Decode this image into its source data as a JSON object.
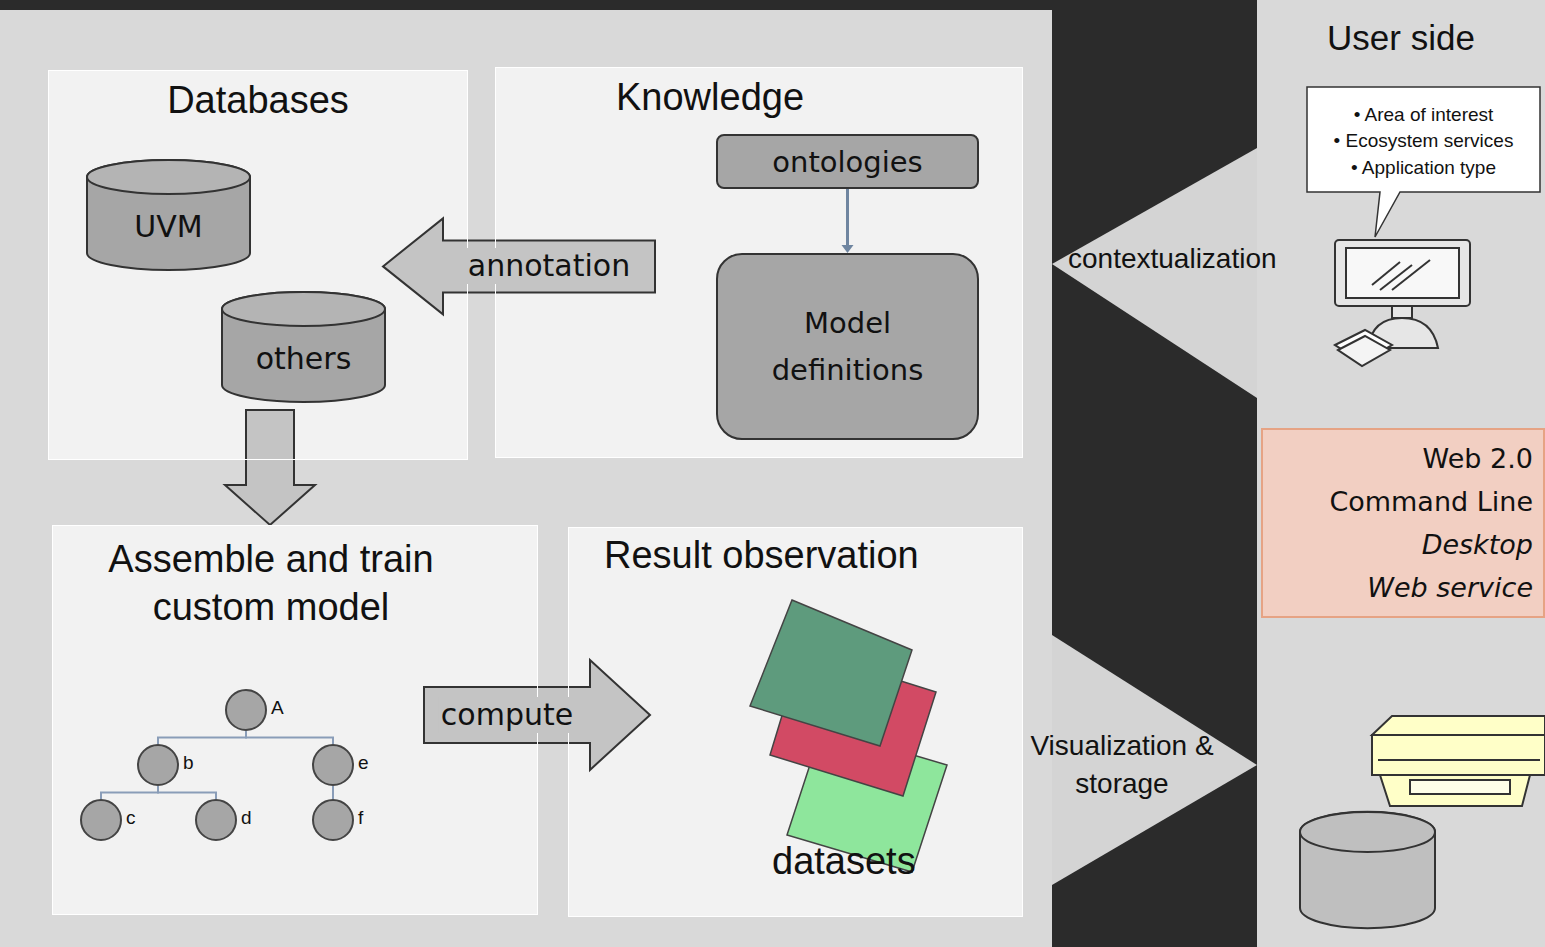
{
  "diagram": {
    "nodes": [
      {
        "text": [
          "Databases"
        ]
      },
      {
        "text": [
          "UVM"
        ],
        "in": 0
      },
      {
        "text": [
          "others"
        ],
        "in": 0
      },
      {
        "text": [
          "Knowledge"
        ]
      },
      {
        "text": [
          "ontologies"
        ],
        "in": 3
      },
      {
        "text": [
          "Model definitions"
        ],
        "in": 3
      },
      {
        "text": [
          "Assemble and train custom model"
        ]
      },
      {
        "text": [
          "A"
        ],
        "in": 6
      },
      {
        "text": [
          "b"
        ],
        "in": 6
      },
      {
        "text": [
          "c"
        ],
        "in": 6
      },
      {
        "text": [
          "d"
        ],
        "in": 6
      },
      {
        "text": [
          "e"
        ],
        "in": 6
      },
      {
        "text": [
          "f"
        ],
        "in": 6
      },
      {
        "text": [
          "Result observation",
          "datasets"
        ]
      },
      {
        "text": [
          "User side"
        ]
      },
      {
        "text": [
          "• Area of interest",
          "• Ecosystem services",
          "• Application type"
        ],
        "in": 14
      },
      {
        "text": [
          "Web 2.0",
          "Command Line",
          "Desktop",
          "Web service"
        ],
        "in": 14
      }
    ],
    "edges": [
      {
        "from": 4,
        "to": 5,
        "arrow": "to"
      },
      {
        "from": 3,
        "to": 0,
        "label": "annotation",
        "arrow": "to"
      },
      {
        "from": 2,
        "to": 6,
        "arrow": "to"
      },
      {
        "from": 6,
        "to": 13,
        "label": "compute",
        "arrow": "to"
      },
      {
        "from": 7,
        "to": 8,
        "arrow": "none"
      },
      {
        "from": 7,
        "to": 11,
        "arrow": "none"
      },
      {
        "from": 8,
        "to": 9,
        "arrow": "none"
      },
      {
        "from": 8,
        "to": 10,
        "arrow": "none"
      },
      {
        "from": 11,
        "to": 12,
        "arrow": "none"
      }
    ],
    "labels": [
      "contextualization",
      "Visualization & storage"
    ]
  }
}
